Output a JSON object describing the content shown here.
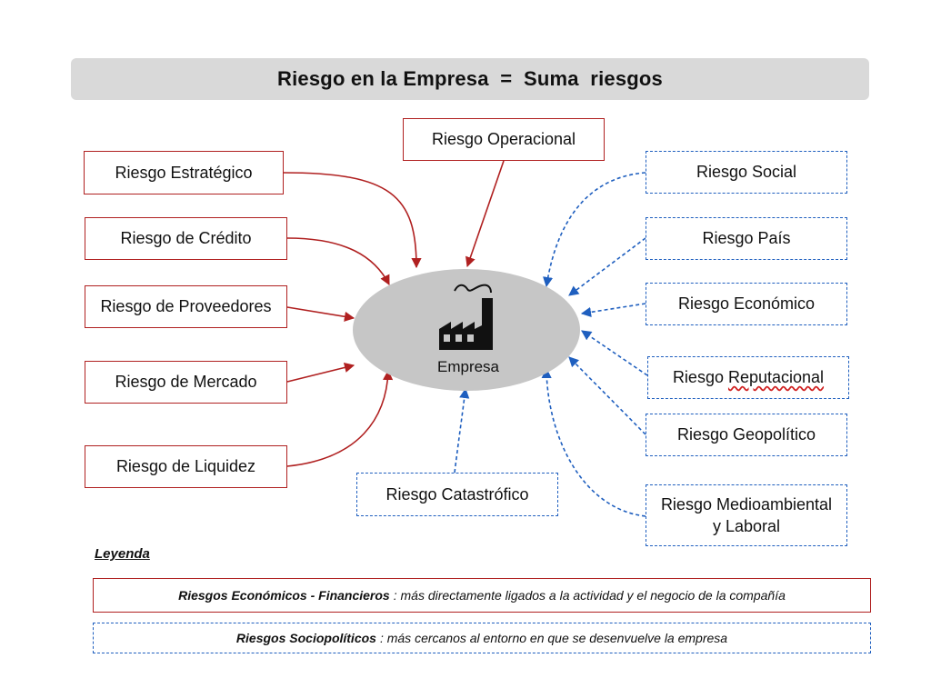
{
  "title": "Riesgo en la Empresa  =  Suma  riesgos",
  "center": {
    "label": "Empresa",
    "icon": "factory-icon"
  },
  "financial_risks": [
    "Riesgo Operacional",
    "Riesgo Estratégico",
    "Riesgo de Crédito",
    "Riesgo de Proveedores",
    "Riesgo de Mercado",
    "Riesgo de Liquidez"
  ],
  "sociopolitical_risks": {
    "social": "Riesgo Social",
    "pais": "Riesgo País",
    "economico": "Riesgo Económico",
    "reputacional_prefix": "Riesgo ",
    "reputacional_word": "Reputacional",
    "geopolitico": "Riesgo Geopolítico",
    "medioambiental_line1": "Riesgo Medioambiental",
    "medioambiental_line2": "y Laboral",
    "catastrofico": "Riesgo Catastrófico"
  },
  "legend": {
    "title": "Leyenda",
    "financial_label": "Riesgos Económicos - Financieros",
    "financial_text": ": más directamente ligados a la actividad  y el negocio de la compañía",
    "sociopolitical_label": "Riesgos Sociopolíticos",
    "sociopolitical_text": ":  más cercanos al entorno en que se desenvuelve la empresa"
  },
  "colors": {
    "financial": "#b02020",
    "sociopolitical": "#1f5fbf",
    "center": "#c6c6c6",
    "title_bar": "#d9d9d9"
  }
}
